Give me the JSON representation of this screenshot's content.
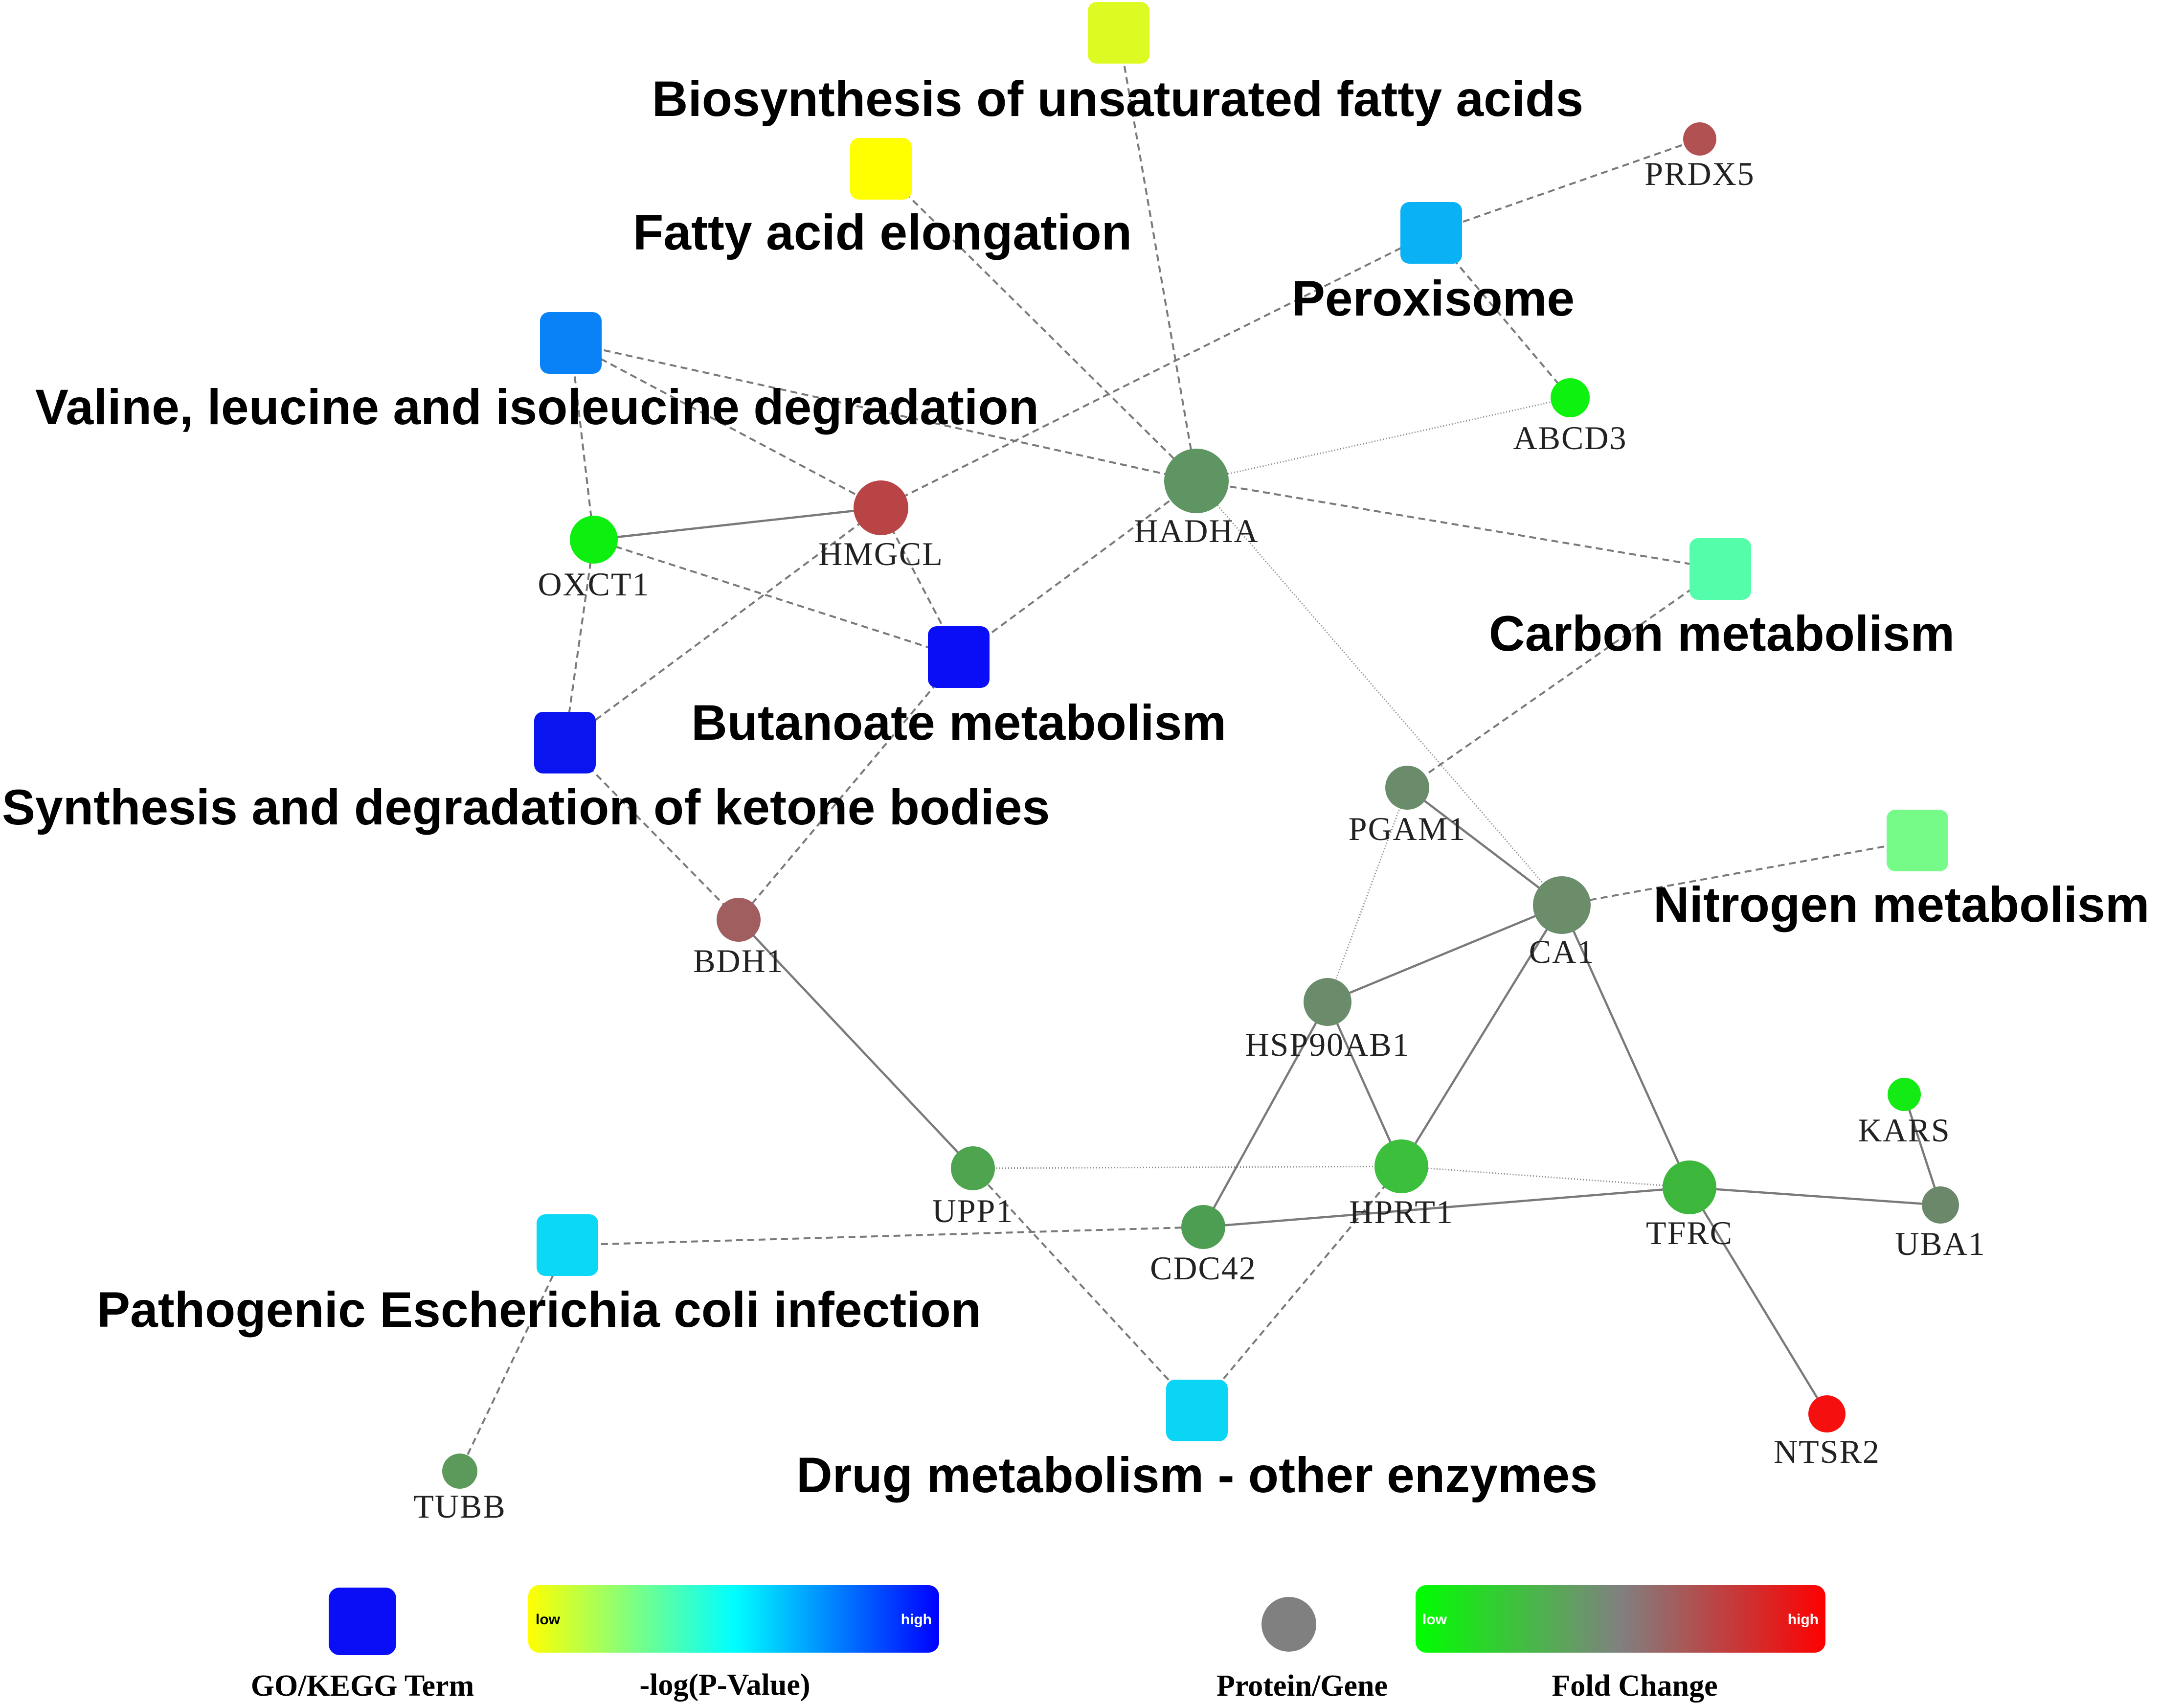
{
  "terms": [
    {
      "id": "bufa",
      "label": "Biosynthesis of unsaturated fatty acids",
      "color": "#ddfa23"
    },
    {
      "id": "fae",
      "label": "Fatty acid elongation",
      "color": "#ffff00"
    },
    {
      "id": "perox",
      "label": "Peroxisome",
      "color": "#0ab1f5"
    },
    {
      "id": "vlid",
      "label": "Valine, leucine and isoleucine degradation",
      "color": "#0a82f7"
    },
    {
      "id": "carbon",
      "label": "Carbon metabolism",
      "color": "#54fdaa"
    },
    {
      "id": "buta",
      "label": "Butanoate metabolism",
      "color": "#0a0ef7"
    },
    {
      "id": "ketone",
      "label": "Synthesis and degradation of ketone bodies",
      "color": "#0a14ef"
    },
    {
      "id": "nitro",
      "label": "Nitrogen metabolism",
      "color": "#76fb88"
    },
    {
      "id": "ecoli",
      "label": "Pathogenic Escherichia coli infection",
      "color": "#0ad8f5"
    },
    {
      "id": "drug",
      "label": "Drug metabolism - other enzymes",
      "color": "#0ad5f5"
    }
  ],
  "genes": [
    {
      "id": "PRDX5",
      "label": "PRDX5",
      "color": "#b25152"
    },
    {
      "id": "ABCD3",
      "label": "ABCD3",
      "color": "#0ef20f"
    },
    {
      "id": "HADHA",
      "label": "HADHA",
      "color": "#5f9463"
    },
    {
      "id": "HMGCL",
      "label": "HMGCL",
      "color": "#b84446"
    },
    {
      "id": "OXCT1",
      "label": "OXCT1",
      "color": "#0cef0f"
    },
    {
      "id": "PGAM1",
      "label": "PGAM1",
      "color": "#6b8c6a"
    },
    {
      "id": "CA1",
      "label": "CA1",
      "color": "#6b8d6a"
    },
    {
      "id": "BDH1",
      "label": "BDH1",
      "color": "#a05e5e"
    },
    {
      "id": "HSP90AB1",
      "label": "HSP90AB1",
      "color": "#6b8c6b"
    },
    {
      "id": "KARS",
      "label": "KARS",
      "color": "#14ea14"
    },
    {
      "id": "UPP1",
      "label": "UPP1",
      "color": "#4fa54f"
    },
    {
      "id": "HPRT1",
      "label": "HPRT1",
      "color": "#3cbf3c"
    },
    {
      "id": "TFRC",
      "label": "TFRC",
      "color": "#3cb73c"
    },
    {
      "id": "UBA1",
      "label": "UBA1",
      "color": "#6b886b"
    },
    {
      "id": "CDC42",
      "label": "CDC42",
      "color": "#4d9d52"
    },
    {
      "id": "NTSR2",
      "label": "NTSR2",
      "color": "#f50f0f"
    },
    {
      "id": "TUBB",
      "label": "TUBB",
      "color": "#5c9a5c"
    }
  ],
  "edges": [
    {
      "source": "bufa",
      "target": "HADHA",
      "style": "dashed"
    },
    {
      "source": "fae",
      "target": "HADHA",
      "style": "dashed"
    },
    {
      "source": "perox",
      "target": "PRDX5",
      "style": "dashed"
    },
    {
      "source": "perox",
      "target": "ABCD3",
      "style": "dashed"
    },
    {
      "source": "perox",
      "target": "HMGCL",
      "style": "dashed"
    },
    {
      "source": "vlid",
      "target": "HADHA",
      "style": "dashed"
    },
    {
      "source": "vlid",
      "target": "HMGCL",
      "style": "dashed"
    },
    {
      "source": "vlid",
      "target": "OXCT1",
      "style": "dashed"
    },
    {
      "source": "ABCD3",
      "target": "HADHA",
      "style": "dotted"
    },
    {
      "source": "HADHA",
      "target": "carbon",
      "style": "dashed"
    },
    {
      "source": "HADHA",
      "target": "buta",
      "style": "dashed"
    },
    {
      "source": "HADHA",
      "target": "CA1",
      "style": "dotted"
    },
    {
      "source": "OXCT1",
      "target": "HMGCL",
      "style": "solid"
    },
    {
      "source": "OXCT1",
      "target": "buta",
      "style": "dashed"
    },
    {
      "source": "OXCT1",
      "target": "ketone",
      "style": "dashed"
    },
    {
      "source": "HMGCL",
      "target": "buta",
      "style": "dashed"
    },
    {
      "source": "HMGCL",
      "target": "ketone",
      "style": "dashed"
    },
    {
      "source": "carbon",
      "target": "PGAM1",
      "style": "dashed"
    },
    {
      "source": "buta",
      "target": "BDH1",
      "style": "dashed"
    },
    {
      "source": "ketone",
      "target": "BDH1",
      "style": "dashed"
    },
    {
      "source": "PGAM1",
      "target": "CA1",
      "style": "solid"
    },
    {
      "source": "PGAM1",
      "target": "HSP90AB1",
      "style": "dotted"
    },
    {
      "source": "nitro",
      "target": "CA1",
      "style": "dashed"
    },
    {
      "source": "CA1",
      "target": "HSP90AB1",
      "style": "solid"
    },
    {
      "source": "CA1",
      "target": "HPRT1",
      "style": "solid"
    },
    {
      "source": "CA1",
      "target": "TFRC",
      "style": "solid"
    },
    {
      "source": "BDH1",
      "target": "UPP1",
      "style": "solid"
    },
    {
      "source": "HSP90AB1",
      "target": "HPRT1",
      "style": "solid"
    },
    {
      "source": "HSP90AB1",
      "target": "CDC42",
      "style": "solid"
    },
    {
      "source": "UPP1",
      "target": "HPRT1",
      "style": "dotted"
    },
    {
      "source": "UPP1",
      "target": "drug",
      "style": "dashed"
    },
    {
      "source": "HPRT1",
      "target": "TFRC",
      "style": "dotted"
    },
    {
      "source": "HPRT1",
      "target": "drug",
      "style": "dashed"
    },
    {
      "source": "CDC42",
      "target": "TFRC",
      "style": "solid"
    },
    {
      "source": "ecoli",
      "target": "CDC42",
      "style": "dashed"
    },
    {
      "source": "ecoli",
      "target": "TUBB",
      "style": "dashed"
    },
    {
      "source": "TFRC",
      "target": "UBA1",
      "style": "solid"
    },
    {
      "source": "TFRC",
      "target": "NTSR2",
      "style": "solid"
    },
    {
      "source": "KARS",
      "target": "UBA1",
      "style": "solid"
    }
  ],
  "legend": {
    "term_label": "GO/KEGG Term",
    "term_color": "#0a0ef7",
    "pvalue_label": "-log(P-Value)",
    "pvalue_low": "low",
    "pvalue_high": "high",
    "pvalue_colors": [
      "#ffff00",
      "#00ffff",
      "#0000ff"
    ],
    "gene_label": "Protein/Gene",
    "gene_color": "#808080",
    "fold_label": "Fold Change",
    "fold_low": "low",
    "fold_high": "high",
    "fold_colors": [
      "#00ff00",
      "#808080",
      "#ff0000"
    ]
  }
}
